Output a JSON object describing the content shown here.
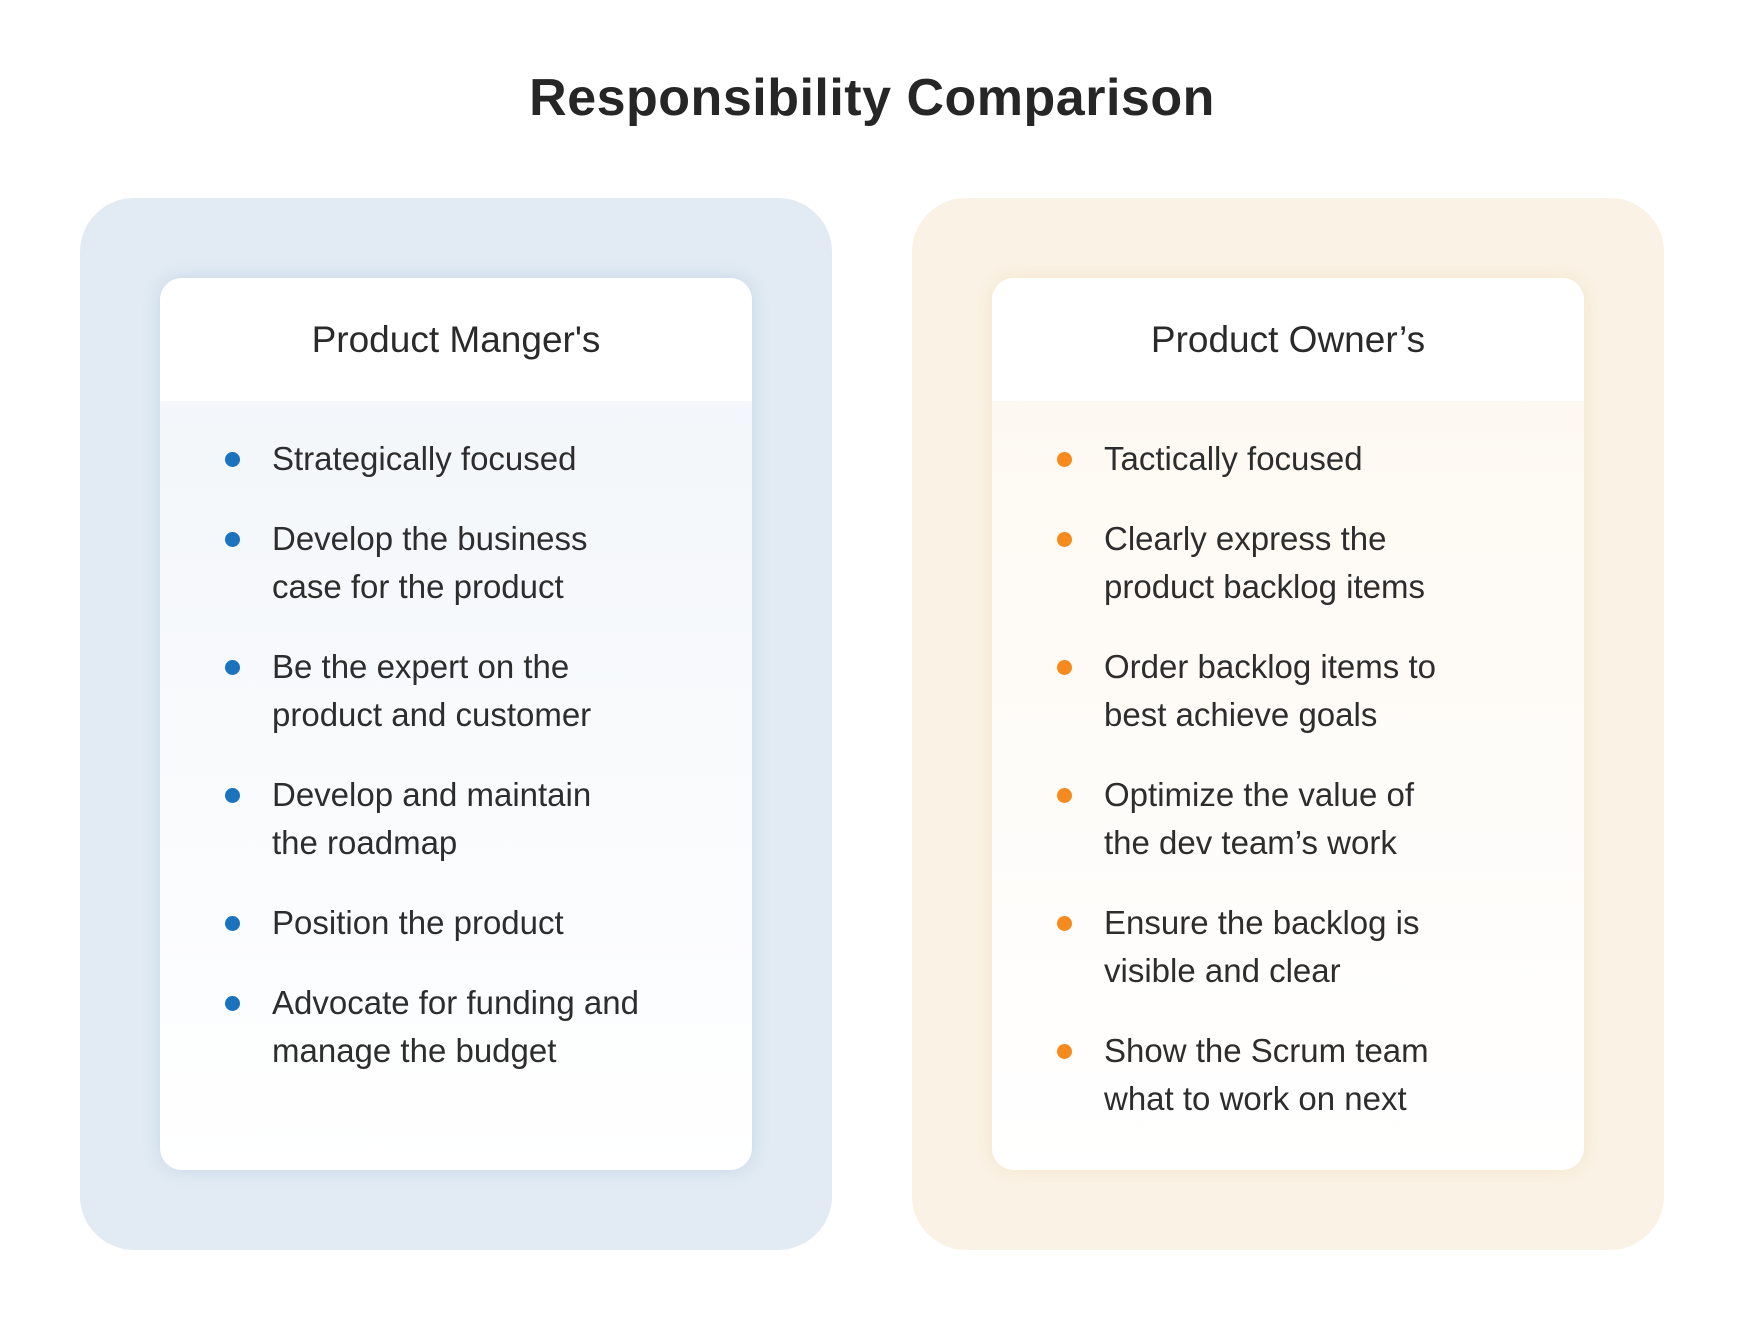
{
  "title": "Responsibility Comparison",
  "colors": {
    "pm_accent": "#1b73be",
    "po_accent": "#f58a1f",
    "pm_panel": "#e2ebf3",
    "po_panel": "#faf2e5"
  },
  "columns": [
    {
      "heading": "Product Manger's",
      "items": [
        [
          "Strategically focused"
        ],
        [
          "Develop the business",
          "case for the product"
        ],
        [
          "Be the expert on the",
          "product and customer"
        ],
        [
          "Develop and maintain",
          "the roadmap"
        ],
        [
          "Position the product"
        ],
        [
          "Advocate for funding and",
          "manage the budget"
        ]
      ]
    },
    {
      "heading": "Product Owner’s",
      "items": [
        [
          "Tactically focused"
        ],
        [
          "Clearly express the",
          "product backlog items"
        ],
        [
          "Order backlog items to",
          "best achieve goals"
        ],
        [
          "Optimize the value of",
          "the dev team’s work"
        ],
        [
          "Ensure the backlog is",
          "visible and clear"
        ],
        [
          "Show the Scrum team",
          "what to work on next"
        ]
      ]
    }
  ]
}
